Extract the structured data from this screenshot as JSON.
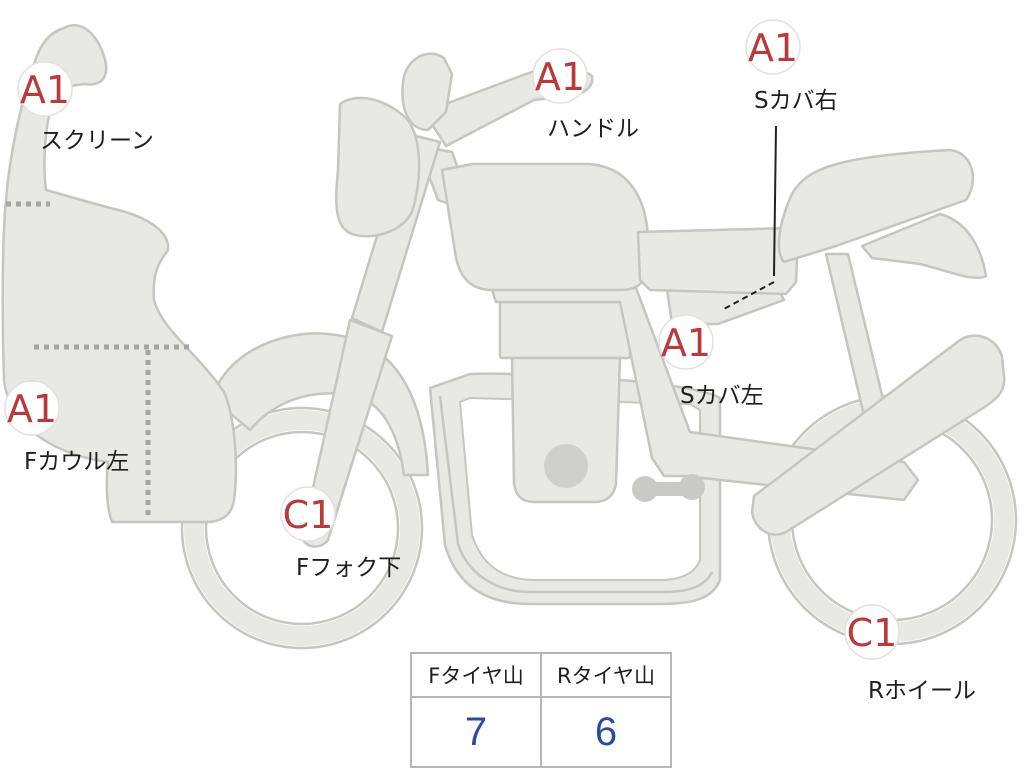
{
  "colors": {
    "badge_a": "#b83a3a",
    "badge_c": "#b83a3a",
    "value_text": "#2c4a9e",
    "part_fill": "#e8e8e4"
  },
  "damage_points": [
    {
      "code": "A1",
      "part": "スクリーン"
    },
    {
      "code": "A1",
      "part": "ハンドル"
    },
    {
      "code": "A1",
      "part": "Sカバ右"
    },
    {
      "code": "A1",
      "part": "Sカバ左"
    },
    {
      "code": "A1",
      "part": "Fカウル左"
    },
    {
      "code": "C1",
      "part": "Fフォク下"
    },
    {
      "code": "C1",
      "part": "Rホイール"
    }
  ],
  "tire_table": {
    "headers": [
      "Fタイヤ山",
      "Rタイヤ山"
    ],
    "values": [
      "7",
      "6"
    ]
  }
}
